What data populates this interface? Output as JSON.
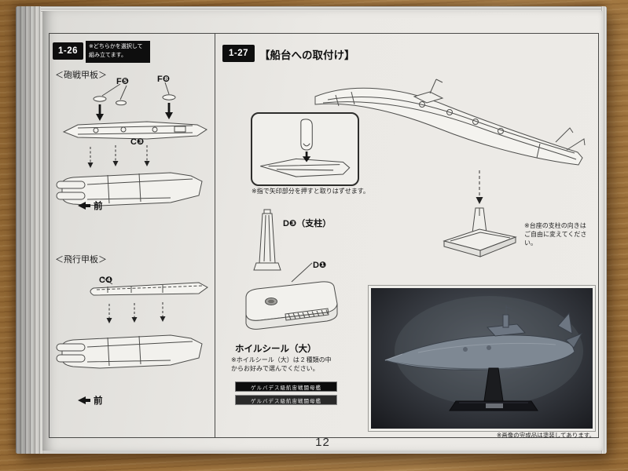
{
  "page_number": "12",
  "colors": {
    "ink": "#1a1a1a",
    "paper": "#e9e8e4",
    "wood": "#a5783f"
  },
  "step126": {
    "badge": "1-26",
    "select_note": "※どちらかを選択して\n組み立てます。",
    "gun_deck_title": "＜砲戦甲板＞",
    "part_f5": "F❺",
    "part_f8": "F❽",
    "part_c3": "C❸",
    "front_label_1": "前",
    "flight_deck_title": "＜飛行甲板＞",
    "part_c4": "C❹",
    "front_label_2": "前"
  },
  "step127": {
    "badge": "1-27",
    "title": "【船台への取付け】",
    "release_note": "※指で矢印部分を押すと取りはずせます。",
    "pillar_label": "D❸（支柱）",
    "base_label": "D❶",
    "pedestal_note": "※台座の支柱の向きは\nご自由に変えてください。",
    "foil_sticker_label": "ホイルシール（大）",
    "foil_sticker_note": "※ホイルシール（大）は 2 種類の中\nからお好みで選んでください。",
    "nameplate_1": "ゲルバデス級航宙戦闘母艦",
    "nameplate_2": "ゲルバデス級航宙戦闘母艦",
    "photo_note": "※画像の完成品は塗装してあります。"
  }
}
